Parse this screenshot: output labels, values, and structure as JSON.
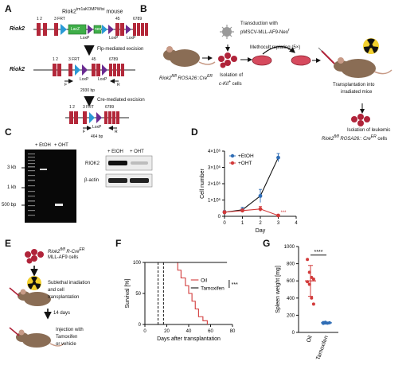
{
  "panels": {
    "A": "A",
    "B": "B",
    "C": "C",
    "D": "D",
    "E": "E",
    "F": "F",
    "G": "G"
  },
  "panelA": {
    "mouse_title": "Riok2",
    "mouse_sup": "tm1aKOMPWtsi",
    "mouse_suffix": "mouse",
    "gene": "Riok2",
    "exon_12": "1 2",
    "frt": "3 FRT",
    "exon_45": "45",
    "exon_6789": "6789",
    "lacz": "LacZ",
    "neo": "neo",
    "loxp": "LoxP",
    "flp_step": "Flp-mediated excision",
    "cre_step": "Cre-mediated excision",
    "primer_f": "F",
    "primer_r": "R",
    "bp_2930": "2930 bp",
    "bp_464": "464 bp"
  },
  "panelB": {
    "transduction": "Transduction with",
    "vector": "pMSCV-MLL-AF9-Neo",
    "vector_sup": "r",
    "methocult": "Methocult replating (5×)",
    "genotype_a": "Riok2",
    "genotype_sup": "fl/fl",
    "genotype_b": " ROSA26::Cre",
    "genotype_er": "ER",
    "isolation_1": "Isolation of",
    "isolation_2": "c-Kit",
    "isolation_2b": "+",
    "isolation_2c": " cells",
    "transplant_1": "Transplantation into",
    "transplant_2": "irradiated mice",
    "leukemic_1": "Isolation of leukemic",
    "leukemic_2a": "Riok2",
    "leukemic_2b": "fl/fl",
    "leukemic_2c": " ROSA26:: Cre",
    "leukemic_2d": "ER",
    "leukemic_2e": " cells"
  },
  "panelC": {
    "etoh": "+ EtOH",
    "oht": "+ OHT",
    "kb3": "3 kb",
    "kb1": "1 kb",
    "bp500": "500 bp",
    "wb_etoh": "+ EtOH",
    "wb_oht": "+ OHT",
    "riok2": "RIOK2",
    "actin": "β-actin"
  },
  "panelE": {
    "genotype_a": "Riok2",
    "genotype_sup": "fl/fl",
    "genotype_b": " R-Cre",
    "genotype_er": "ER",
    "line2": "MLL-AF9 cells",
    "irr_1": "Sublethal irradiation",
    "irr_2": "and cell",
    "irr_3": "transplantation",
    "days": "14 days",
    "inj_1": "Injection with",
    "inj_2": "Tamoxifen",
    "inj_3": "or vehicle"
  },
  "chart_data": [
    {
      "type": "line",
      "panel": "D",
      "ylabel": "Cell number",
      "xlabel": "Day",
      "x": [
        0,
        1,
        2,
        3
      ],
      "xticks": [
        "0",
        "1",
        "2",
        "3",
        "4"
      ],
      "yticks": [
        "0",
        "1×10⁶",
        "2×10⁶",
        "3×10⁶",
        "4×10⁶"
      ],
      "xlim": [
        0,
        4
      ],
      "ylim": [
        0,
        4000000
      ],
      "series": [
        {
          "name": "+EtOH",
          "color": "#2f6db5",
          "values": [
            250000,
            400000,
            1250000,
            3600000
          ],
          "errors": [
            100000,
            150000,
            400000,
            250000
          ]
        },
        {
          "name": "+OHT",
          "color": "#d23a3a",
          "values": [
            250000,
            350000,
            450000,
            50000
          ],
          "errors": [
            80000,
            100000,
            150000,
            30000
          ]
        }
      ],
      "annotation": "***",
      "legend": "top-left"
    },
    {
      "type": "line",
      "panel": "F",
      "ylabel": "Survival [%]",
      "xlabel": "Days after transplantation",
      "xticks": [
        "0",
        "20",
        "40",
        "60",
        "80"
      ],
      "yticks": [
        "0",
        "50",
        "100"
      ],
      "xlim": [
        0,
        80
      ],
      "ylim": [
        0,
        100
      ],
      "series": [
        {
          "name": "Oil",
          "color": "#d23a3a",
          "x": [
            0,
            30,
            30,
            33,
            33,
            37,
            37,
            40,
            40,
            43,
            43,
            46,
            46,
            49,
            49,
            53,
            53,
            57,
            57
          ],
          "values": [
            100,
            100,
            87.5,
            87.5,
            75,
            75,
            62.5,
            62.5,
            50,
            50,
            37.5,
            37.5,
            25,
            25,
            12.5,
            12.5,
            6,
            6,
            0
          ]
        },
        {
          "name": "Tamoxifen",
          "color": "#111111",
          "x": [
            0,
            75
          ],
          "values": [
            100,
            100
          ]
        }
      ],
      "treatment_days": [
        12,
        17
      ],
      "annotation": "***",
      "legend": "right"
    },
    {
      "type": "scatter",
      "panel": "G",
      "ylabel": "Spleen weight [mg]",
      "categories": [
        "Oil",
        "Tamoxifen"
      ],
      "yticks": [
        "0",
        "200",
        "400",
        "600",
        "800",
        "1000"
      ],
      "ylim": [
        0,
        1000
      ],
      "series": [
        {
          "name": "Oil",
          "color": "#d23a3a",
          "values": [
            850,
            700,
            640,
            620,
            590,
            560,
            400,
            330
          ],
          "mean": 600,
          "sd": 180
        },
        {
          "name": "Tamoxifen",
          "color": "#2f6db5",
          "values": [
            115,
            110,
            108,
            112,
            105,
            118
          ],
          "mean": 112,
          "sd": 8
        }
      ],
      "annotation": "****"
    }
  ]
}
